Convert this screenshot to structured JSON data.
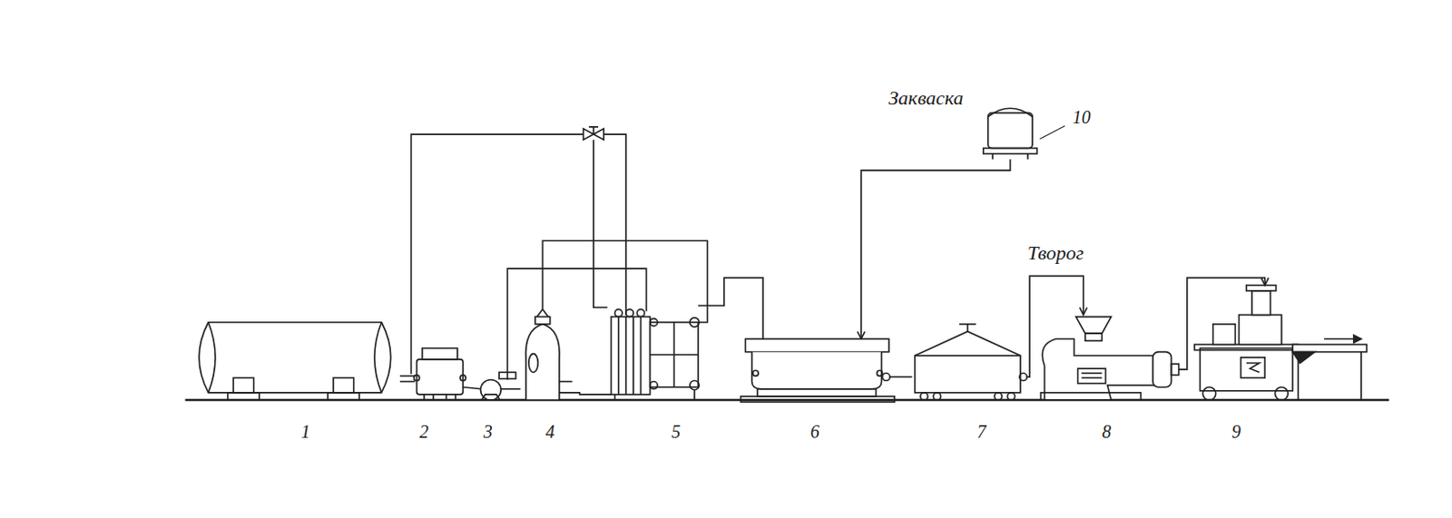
{
  "diagram": {
    "labels": [
      "Закваска",
      "10",
      "Творог",
      "1",
      "2",
      "3",
      "4",
      "5",
      "6",
      "7",
      "8",
      "9"
    ]
  }
}
